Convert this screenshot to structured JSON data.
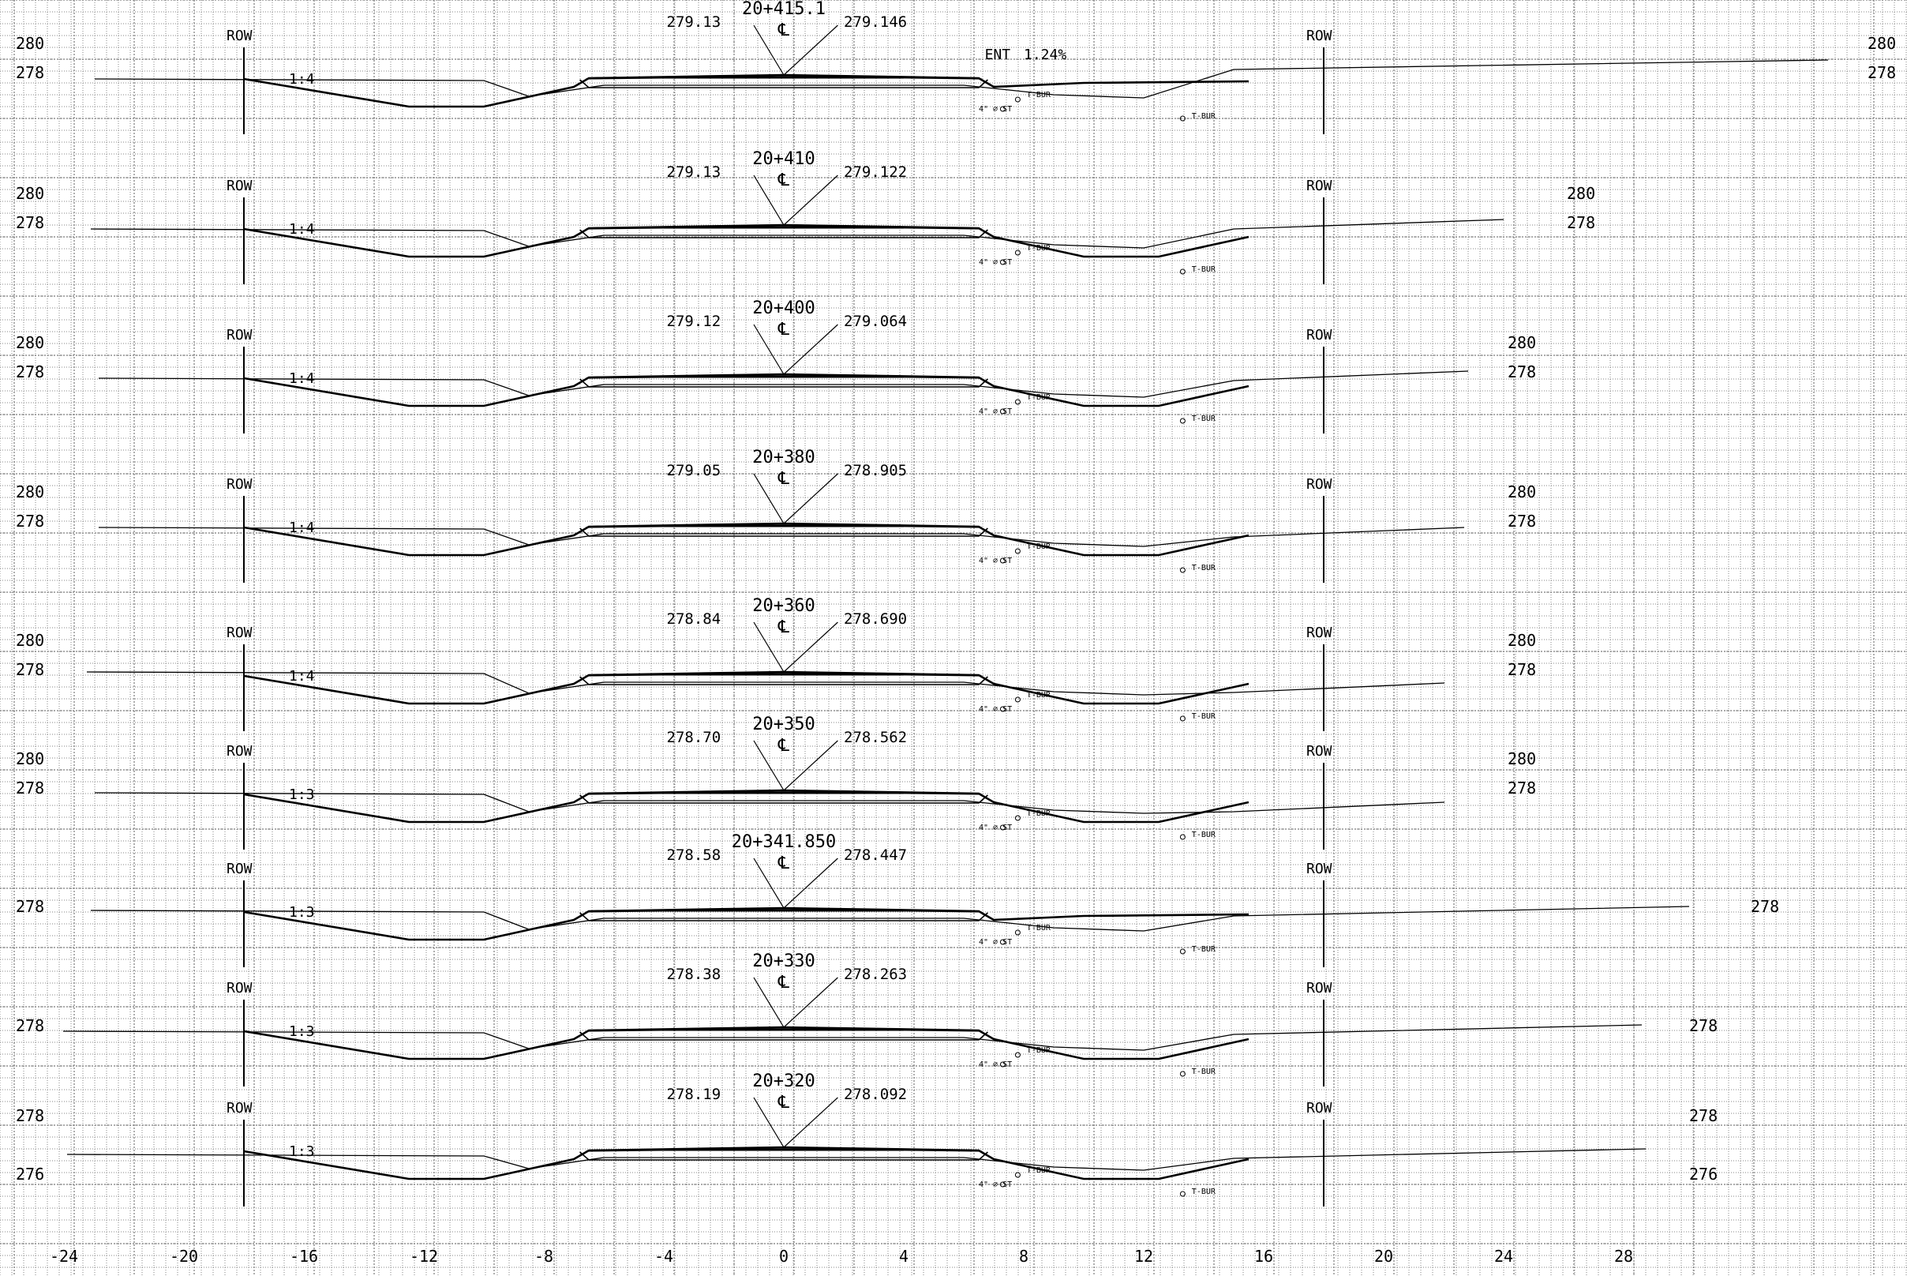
{
  "drawing": {
    "line_color": "#000000",
    "grid_color": "#7a7a7a",
    "background": "#ffffff",
    "row_label": "ROW",
    "cl_symbol": "℄",
    "tbur_label": "T-BUR",
    "st_label": "4\" ⌀ ST",
    "x_axis_ticks": [
      -24,
      -20,
      -16,
      -12,
      -8,
      -4,
      0,
      4,
      8,
      12,
      16,
      20,
      24,
      28
    ],
    "x_axis_labels": [
      "-24",
      "-20",
      "-16",
      "-12",
      "-8",
      "-4",
      "0",
      "4",
      "8",
      "12",
      "16",
      "20",
      "24",
      "28"
    ],
    "sections": [
      {
        "station": "20+415.1",
        "left_elev": "279.13",
        "right_elev": "279.146",
        "slope": "1:4",
        "elev_labels": [
          "280",
          "278"
        ],
        "right_elev_labels": [
          "280",
          "278"
        ],
        "note": "ENT",
        "grade": "1.24%"
      },
      {
        "station": "20+410",
        "left_elev": "279.13",
        "right_elev": "279.122",
        "slope": "1:4",
        "elev_labels": [
          "280",
          "278"
        ],
        "right_elev_labels": [
          "280",
          "278"
        ]
      },
      {
        "station": "20+400",
        "left_elev": "279.12",
        "right_elev": "279.064",
        "slope": "1:4",
        "elev_labels": [
          "280",
          "278"
        ],
        "right_elev_labels": [
          "280",
          "278"
        ]
      },
      {
        "station": "20+380",
        "left_elev": "279.05",
        "right_elev": "278.905",
        "slope": "1:4",
        "elev_labels": [
          "280",
          "278"
        ],
        "right_elev_labels": [
          "280",
          "278"
        ]
      },
      {
        "station": "20+360",
        "left_elev": "278.84",
        "right_elev": "278.690",
        "slope": "1:4",
        "elev_labels": [
          "280",
          "278"
        ],
        "right_elev_labels": [
          "280",
          "278"
        ]
      },
      {
        "station": "20+350",
        "left_elev": "278.70",
        "right_elev": "278.562",
        "slope": "1:3",
        "elev_labels": [
          "280",
          "278"
        ],
        "right_elev_labels": [
          "280",
          "278"
        ]
      },
      {
        "station": "20+341.850",
        "left_elev": "278.58",
        "right_elev": "278.447",
        "slope": "1:3",
        "elev_labels": [
          "278"
        ],
        "right_elev_labels": [
          "278"
        ]
      },
      {
        "station": "20+330",
        "left_elev": "278.38",
        "right_elev": "278.263",
        "slope": "1:3",
        "elev_labels": [
          "278"
        ],
        "right_elev_labels": [
          "278"
        ]
      },
      {
        "station": "20+320",
        "left_elev": "278.19",
        "right_elev": "278.092",
        "slope": "1:3",
        "elev_labels": [
          "278",
          "276"
        ],
        "right_elev_labels": [
          "278",
          "276"
        ]
      }
    ]
  }
}
